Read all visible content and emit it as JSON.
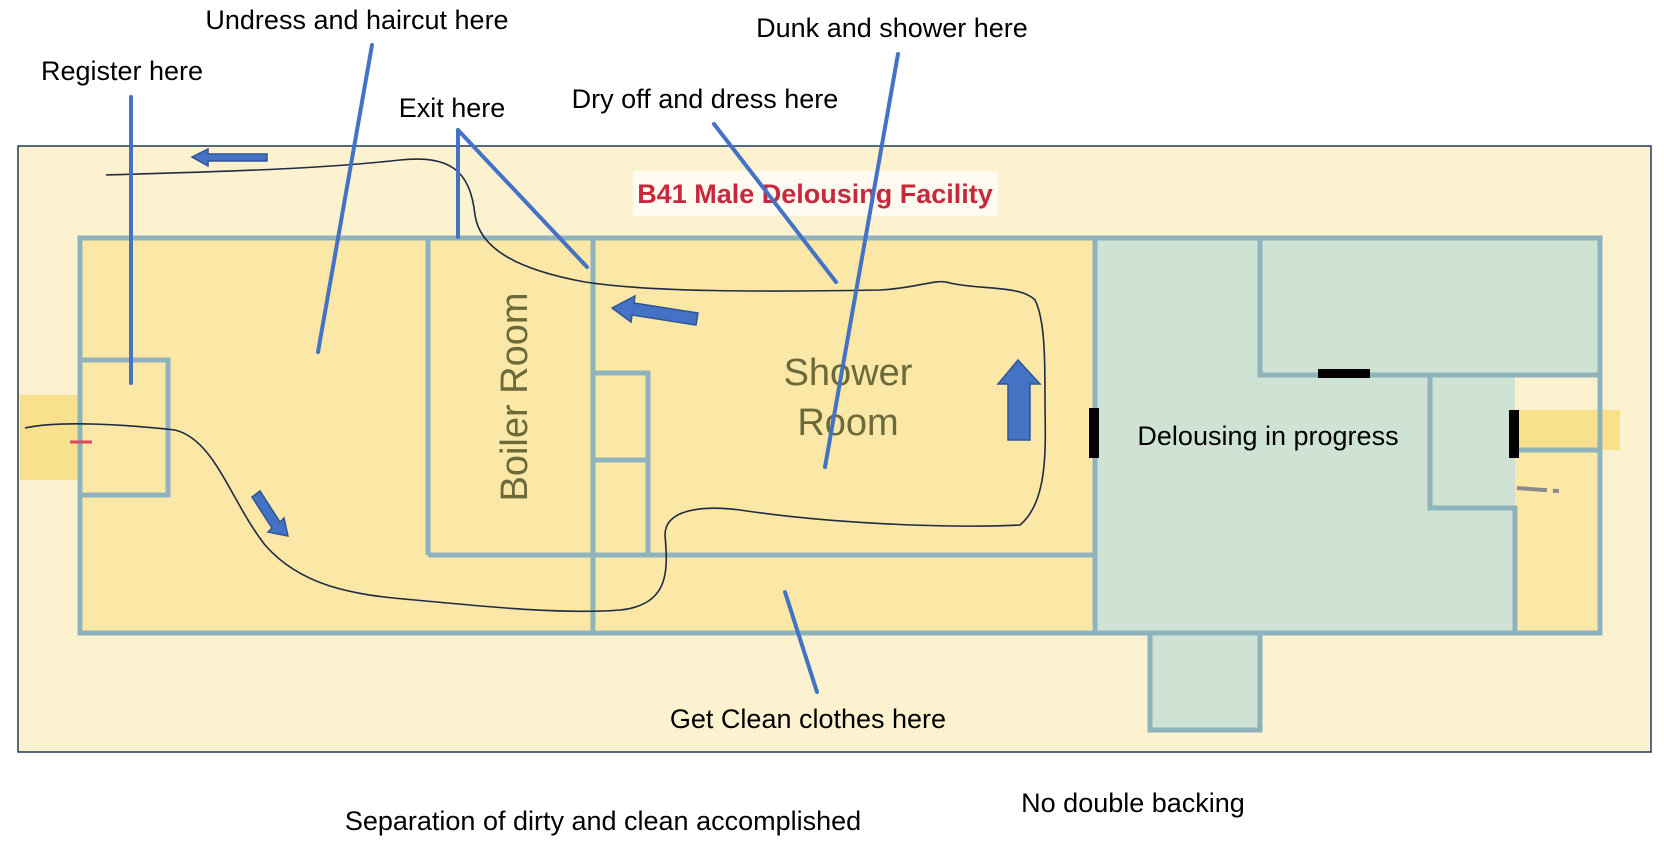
{
  "plan": {
    "title": "B41 Male Delousing Facility",
    "rooms": {
      "boiler": "Boiler Room",
      "shower_line1": "Shower",
      "shower_line2": "Room"
    },
    "delousing_label": "Delousing in progress"
  },
  "callouts": {
    "register": "Register here",
    "undress": "Undress and haircut here",
    "exit": "Exit here",
    "dry_off": "Dry off and dress here",
    "dunk": "Dunk and shower here",
    "clean_clothes": "Get Clean clothes here"
  },
  "footer": {
    "separation": "Separation of dirty and clean accomplished",
    "no_double_backing": "No double backing"
  },
  "colors": {
    "background_plan": "#fdf2cf",
    "room_fill": "#fbe7a6",
    "delousing_fill": "#cfe3d4",
    "wall": "#8fb3bd",
    "callout_line": "#4472c4",
    "title": "#c8283c"
  }
}
